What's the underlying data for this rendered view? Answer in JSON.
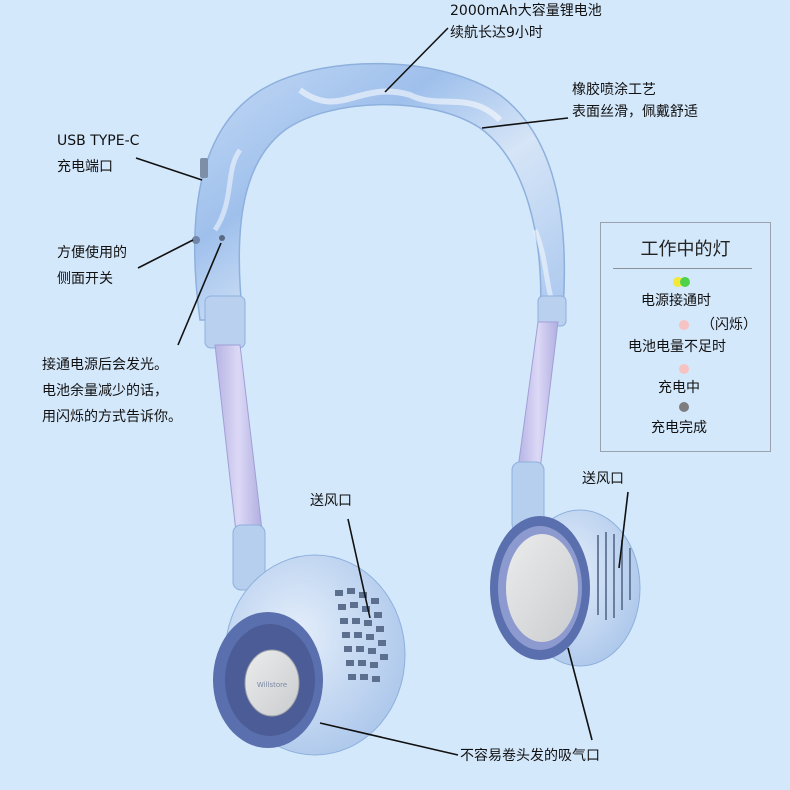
{
  "callouts": {
    "battery": [
      "2000mAh大容量锂电池",
      "续航长达9小时"
    ],
    "coating": [
      "橡胶喷涂工艺",
      "表面丝滑，佩戴舒适"
    ],
    "usb": [
      "USB TYPE-C",
      "充电端口"
    ],
    "switch": [
      "方便使用的",
      "侧面开关"
    ],
    "light": [
      "接通电源后会发光。",
      "电池余量减少的话，",
      "用闪烁的方式告诉你。"
    ],
    "outlet_left": "送风口",
    "outlet_right": "送风口",
    "intake": "不容易卷头发的吸气口"
  },
  "product_logo": "Willstore",
  "status_panel": {
    "title": "工作中的灯",
    "items": [
      {
        "label": "电源接通时",
        "note": "",
        "colors": [
          "#f3e93a",
          "#4fd14a"
        ]
      },
      {
        "label": "电池电量不足时",
        "note": "（闪烁）",
        "colors": [
          "#f6c2c2"
        ]
      },
      {
        "label": "充电中",
        "note": "",
        "colors": [
          "#f6c2c2"
        ]
      },
      {
        "label": "充电完成",
        "note": "",
        "colors": [
          "#7d7d7d"
        ]
      }
    ]
  },
  "colors": {
    "background": "#d4e8fb",
    "band": "#aac8ec",
    "tube": "#c7c3ea",
    "fan_ring": "#5a6fae"
  }
}
